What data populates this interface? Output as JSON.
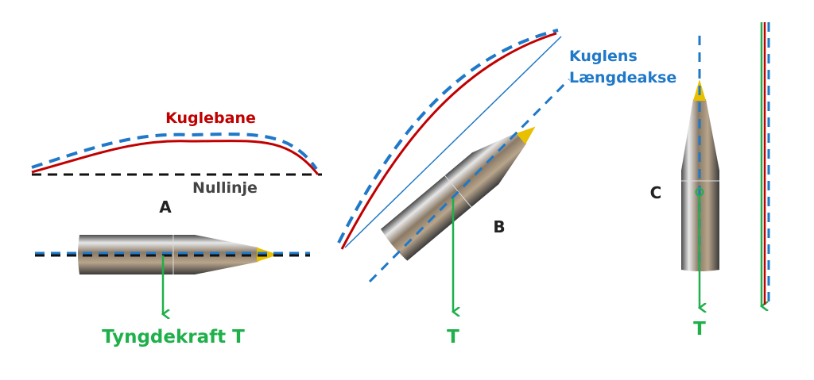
{
  "labels": {
    "trajectory": "Kuglebane",
    "zero_line": "Nullinje",
    "panel_a": "A",
    "panel_b": "B",
    "panel_c": "C",
    "gravity_full": "Tyngdekraft T",
    "gravity_b": "T",
    "gravity_c": "T",
    "axis_line1": "Kuglens",
    "axis_line2": "Længdeakse"
  },
  "colors": {
    "trajectory": "#c00000",
    "axis": "#1f78c8",
    "gravity": "#1fb04a",
    "zero_line": "#111111",
    "tip": "#e8c000"
  }
}
